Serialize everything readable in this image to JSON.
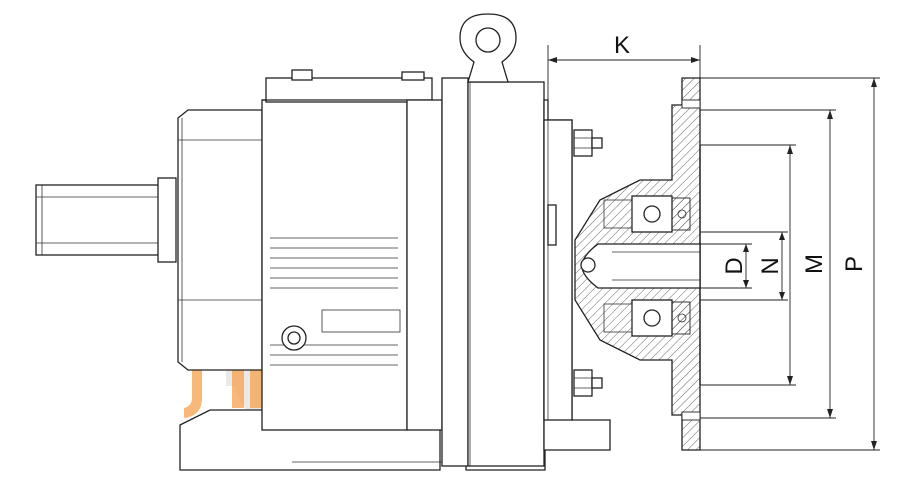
{
  "labels": {
    "k": "K",
    "d": "D",
    "n": "N",
    "m": "M",
    "p": "P"
  },
  "colors": {
    "line": "#222222",
    "background": "#ffffff",
    "watermark_orange": "#f6a04a",
    "watermark_gear": "#e9e9e9"
  },
  "icons": {
    "watermark": "gear-logo-icon"
  }
}
